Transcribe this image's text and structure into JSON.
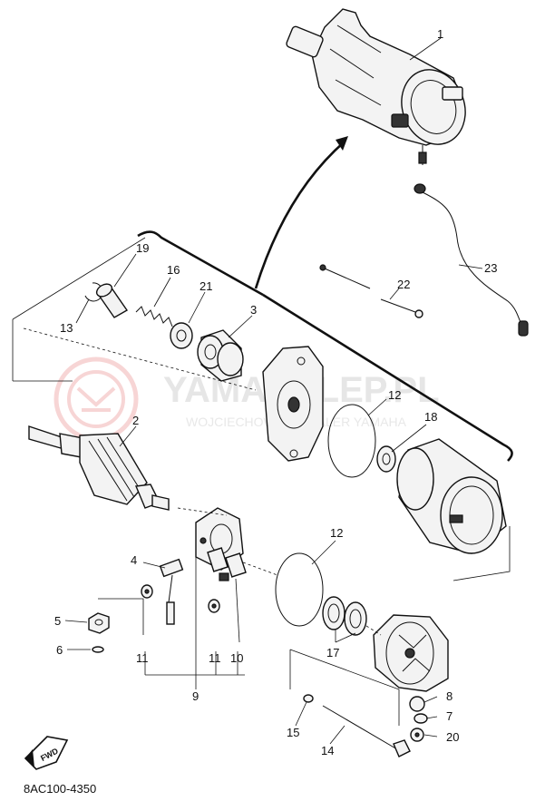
{
  "diagram": {
    "catalog_code": "8AC100-4350",
    "fwd_label": "FWD",
    "watermark": {
      "brand": "YAMASKLEP.PL",
      "tagline": "WOJCIECHOWSKI DEALER YAMAHA"
    },
    "callouts": {
      "c1": "1",
      "c2": "2",
      "c3": "3",
      "c4": "4",
      "c5": "5",
      "c6": "6",
      "c7": "7",
      "c8": "8",
      "c9": "9",
      "c10": "10",
      "c11a": "11",
      "c11b": "11",
      "c12a": "12",
      "c12b": "12",
      "c13": "13",
      "c14": "14",
      "c15": "15",
      "c16": "16",
      "c17": "17",
      "c18": "18",
      "c19": "19",
      "c20": "20",
      "c21": "21",
      "c22": "22",
      "c23": "23"
    },
    "accent_colors": {
      "watermark_red": "#f1b3b3",
      "watermark_gray": "#e6e6e6"
    }
  }
}
